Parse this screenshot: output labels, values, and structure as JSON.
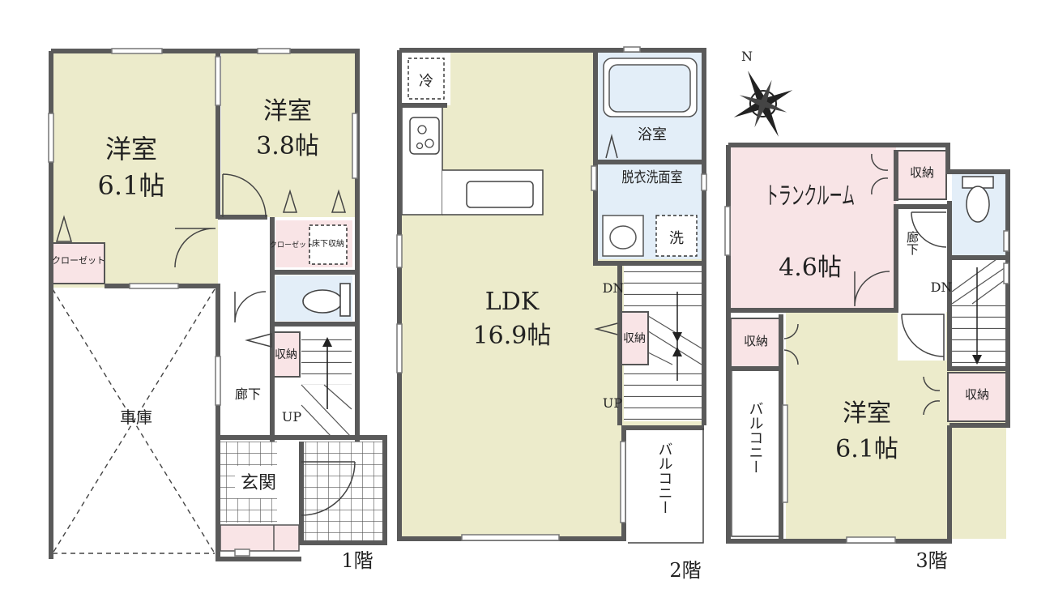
{
  "floor1": {
    "room_west": {
      "name": "洋室",
      "size": "6.1帖"
    },
    "room_east": {
      "name": "洋室",
      "size": "3.8帖"
    },
    "closet_west": "クローゼット",
    "closet_east": "クローゼット",
    "floor_storage": "床下収納",
    "storage": "収納",
    "hallway": "廊下",
    "garage": "車庫",
    "entrance": "玄関",
    "stairs_up": "UP",
    "floor_label": "1階"
  },
  "floor2": {
    "fridge": "冷",
    "bath": "浴室",
    "washroom": "脱衣洗面室",
    "washer": "洗",
    "ldk": {
      "name": "LDK",
      "size": "16.9帖"
    },
    "storage": "収納",
    "stairs_down": "DN",
    "stairs_up": "UP",
    "balcony": "バルコニー",
    "floor_label": "2階"
  },
  "floor3": {
    "trunk_room": {
      "name": "トランクルーム",
      "size": "4.6帖"
    },
    "storage_1": "収納",
    "storage_2": "収納",
    "storage_3": "収納",
    "hallway": "廊下",
    "stairs_down": "DN",
    "balcony": "バルコニー",
    "bedroom": {
      "name": "洋室",
      "size": "6.1帖"
    },
    "floor_label": "3階"
  },
  "compass": {
    "north": "N"
  },
  "colors": {
    "wall": "#5a5a5a",
    "room_beige": "#ecebcb",
    "wet_blue": "#e3eef8",
    "storage_pink": "#f9e4e6",
    "trunk_pink": "#f8e4e6"
  }
}
